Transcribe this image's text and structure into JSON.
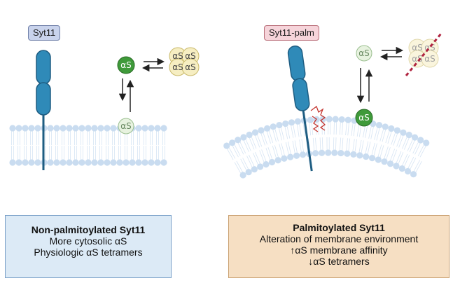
{
  "left_panel": {
    "tag": "Syt11",
    "alpha_syn_label": "αS",
    "caption": {
      "title": "Non-palmitoylated Syt11",
      "line1": "More cytosolic αS",
      "line2": "Physiologic αS tetramers"
    }
  },
  "right_panel": {
    "tag": "Syt11-palm",
    "alpha_syn_label": "αS",
    "caption": {
      "title": "Palmitoylated Syt11",
      "line1": "Alteration of membrane environment",
      "line2": "↑αS membrane affinity",
      "line3": "↓αS tetramers"
    }
  },
  "colors": {
    "protein": "#2f8ab8",
    "alpha_syn_active": "#3f9a3a",
    "alpha_syn_faded": "#e7f2df",
    "tetramer": "#f6eec2",
    "membrane_head": "#c9dcf0",
    "palmitoyl": "#c4342e",
    "cross_out": "#b0233f"
  }
}
